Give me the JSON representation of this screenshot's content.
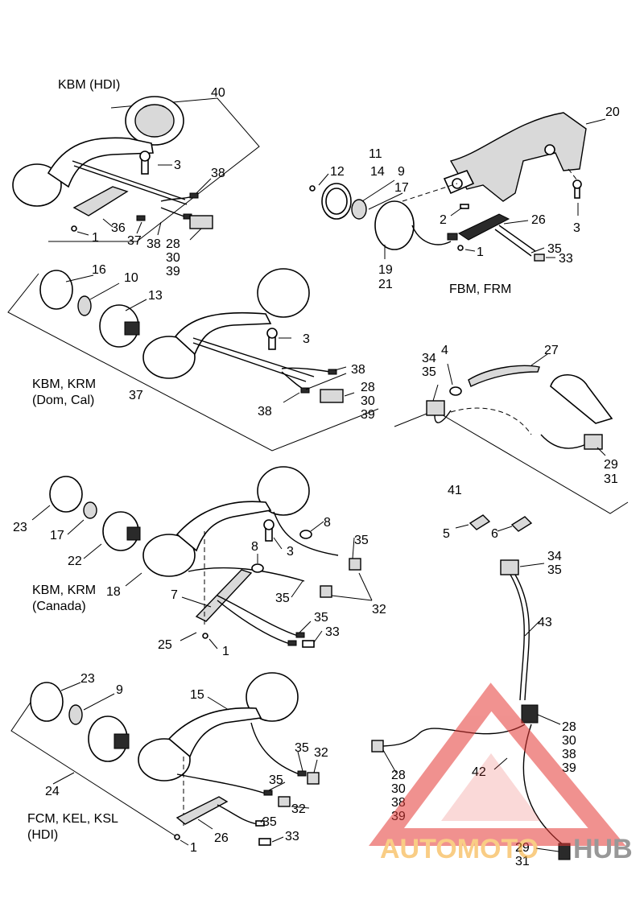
{
  "labels": {
    "l40": "40",
    "l3a": "3",
    "l38a": "38",
    "l36": "36",
    "l1a": "1",
    "l37a": "37",
    "l38b": "38",
    "l28a": "28",
    "l30a": "30",
    "l39a": "39",
    "l11": "11",
    "l12": "12",
    "l14": "14",
    "l9a": "9",
    "l17a": "17",
    "l20": "20",
    "l2": "2",
    "l26a": "26",
    "l3b": "3",
    "l35a": "35",
    "l33a": "33",
    "l1b": "1",
    "l19": "19",
    "l21": "21",
    "l16": "16",
    "l10": "10",
    "l13": "13",
    "l3c": "3",
    "l38c": "38",
    "l28b": "28",
    "l30b": "30",
    "l39b": "39",
    "l37b": "37",
    "l38d": "38",
    "l34a": "34",
    "l35b": "35",
    "l4": "4",
    "l27": "27",
    "l29a": "29",
    "l31a": "31",
    "l41": "41",
    "l5": "5",
    "l6": "6",
    "l23a": "23",
    "l17b": "17",
    "l22": "22",
    "l8a": "8",
    "l35c": "35",
    "l8b": "8",
    "l3d": "3",
    "l18": "18",
    "l35d": "35",
    "l7": "7",
    "l32a": "32",
    "l35e": "35",
    "l33b": "33",
    "l25": "25",
    "l1c": "1",
    "l34b": "34",
    "l35f": "35",
    "l43": "43",
    "l23b": "23",
    "l9b": "9",
    "l15": "15",
    "l35g": "35",
    "l32b": "32",
    "l35h": "35",
    "l24": "24",
    "l32c": "32",
    "l35i": "35",
    "l26b": "26",
    "l33c": "33",
    "l1d": "1",
    "l28c": "28",
    "l30c": "30",
    "l38e": "38",
    "l39c": "39",
    "l42": "42",
    "l28d": "28",
    "l30d": "30",
    "l38f": "38",
    "l39d": "39",
    "l29b": "29",
    "l31b": "31"
  },
  "captions": {
    "kbm_hdi": "KBM (HDI)",
    "fbm_frm": "FBM, FRM",
    "kbm_krm_dom_1": "KBM, KRM",
    "kbm_krm_dom_2": "(Dom, Cal)",
    "kbm_krm_can_1": "KBM, KRM",
    "kbm_krm_can_2": "(Canada)",
    "fcm_1": "FCM, KEL, KSL",
    "fcm_2": "(HDI)"
  },
  "watermark": {
    "text_a": "AUTOMOTO",
    "text_b": "HUB",
    "color_logo": "#e53935",
    "color_text": "#f5a623",
    "color_hub": "#444444"
  }
}
